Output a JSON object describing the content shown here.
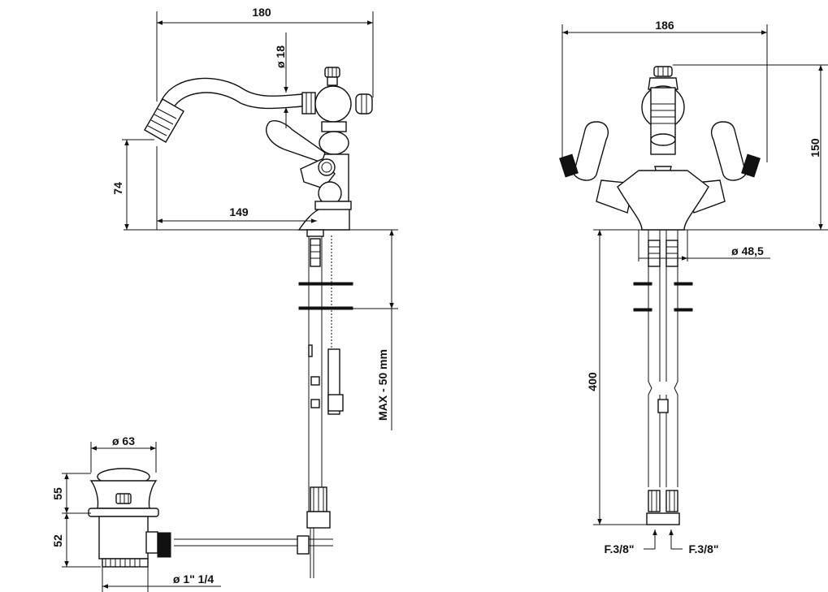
{
  "dimensions": {
    "side_width": "180",
    "side_spout_diameter": "ø 18",
    "side_spout_height": "74",
    "side_spout_reach": "149",
    "side_max_thickness": "MAX - 50 mm",
    "front_width": "186",
    "front_height": "150",
    "front_hole_diameter": "ø 48,5",
    "front_hose_length": "400",
    "connection_left": "F.3/8\"",
    "connection_right": "F.3/8\"",
    "waste_diameter": "ø 63",
    "waste_top_height": "55",
    "waste_body_height": "52",
    "waste_thread": "ø 1\" 1/4"
  }
}
